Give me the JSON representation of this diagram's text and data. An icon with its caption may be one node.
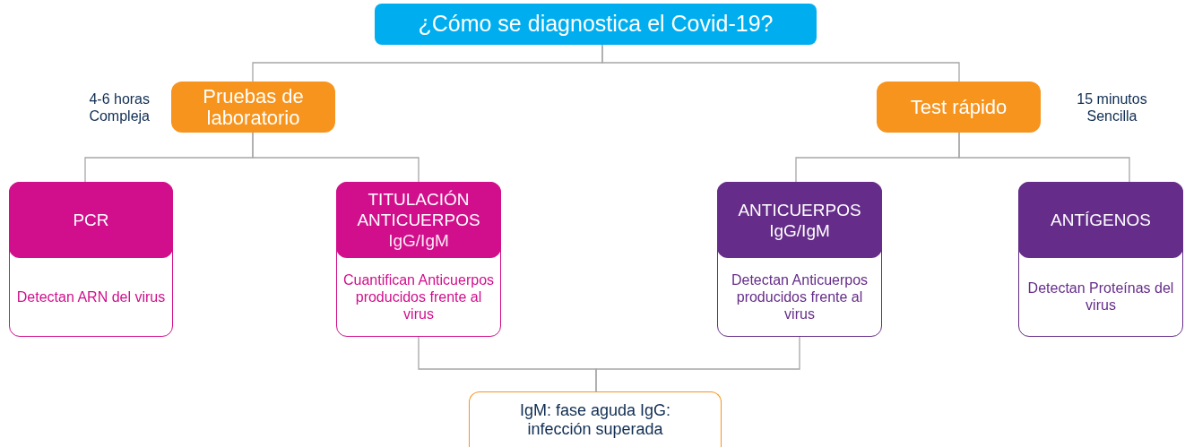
{
  "diagram": {
    "nodes": [
      {
        "text": [
          "¿Cómo se diagnostica el Covid-19?"
        ]
      },
      {
        "text": [
          "Pruebas de laboratorio"
        ],
        "beside": [
          "4-6 horas Compleja"
        ]
      },
      {
        "text": [
          "Test rápido"
        ],
        "beside": [
          "15 minutos Sencilla"
        ]
      },
      {
        "text": [
          "PCR",
          "Detectan ARN del virus"
        ]
      },
      {
        "text": [
          "TITULACIÓN ANTICUERPOS",
          "IgG/IgM",
          "Cuantifican Anticuerpos producidos frente al virus"
        ]
      },
      {
        "text": [
          "ANTICUERPOS IgG/IgM",
          "Detectan Anticuerpos producidos frente al virus"
        ]
      },
      {
        "text": [
          "ANTÍGENOS",
          "Detectan Proteínas del virus"
        ]
      },
      {
        "text": [
          "IgM: fase aguda IgG: infección superada"
        ]
      }
    ],
    "edges": [
      {
        "from": 0,
        "to": 1,
        "arrow": "none"
      },
      {
        "from": 0,
        "to": 2,
        "arrow": "none"
      },
      {
        "from": 1,
        "to": 3,
        "arrow": "none"
      },
      {
        "from": 1,
        "to": 4,
        "arrow": "none"
      },
      {
        "from": 2,
        "to": 5,
        "arrow": "none"
      },
      {
        "from": 2,
        "to": 6,
        "arrow": "none"
      },
      {
        "from": 4,
        "to": 7,
        "arrow": "none"
      },
      {
        "from": 5,
        "to": 7,
        "arrow": "none"
      }
    ]
  }
}
